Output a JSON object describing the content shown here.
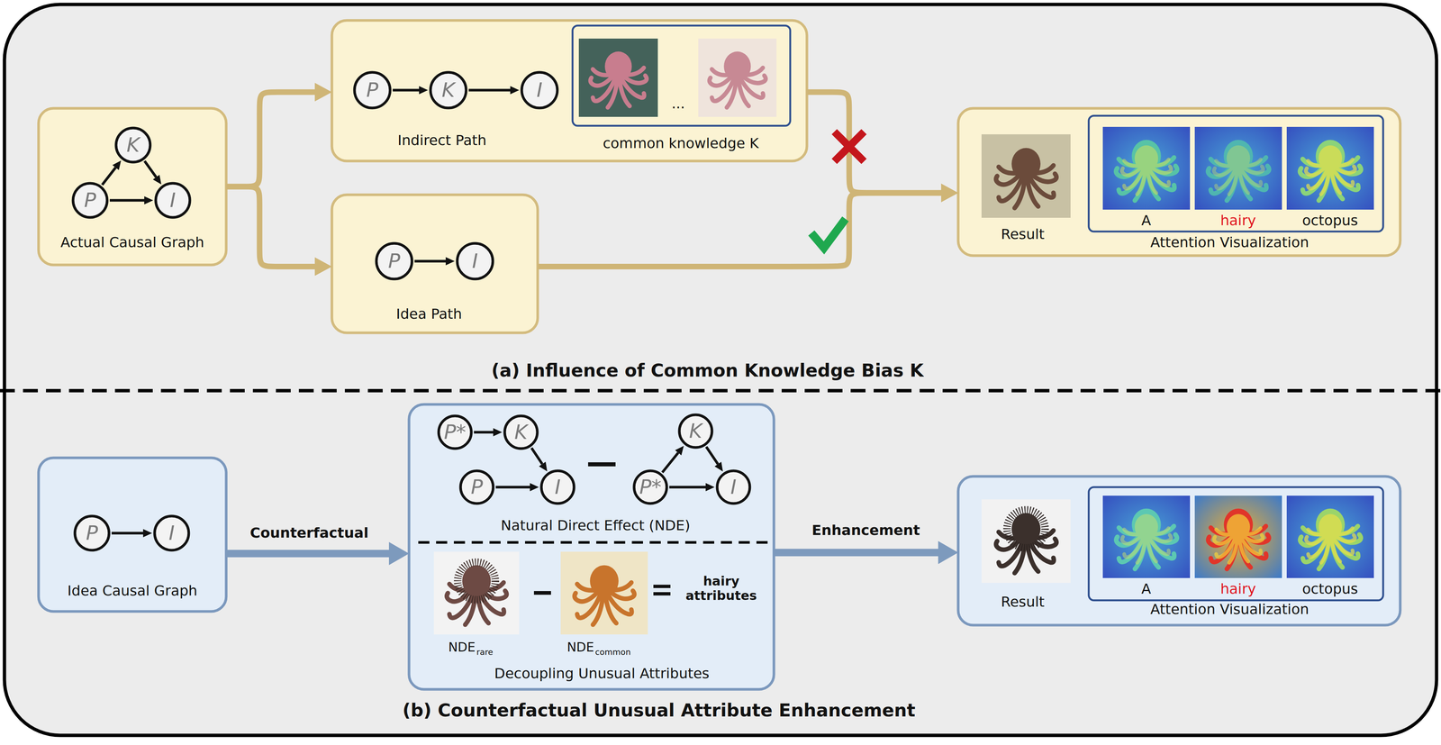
{
  "diagram": {
    "nodes": [
      {
        "text": [
          "Actual Causal Graph"
        ]
      },
      {
        "text": [
          "K"
        ],
        "in": 0
      },
      {
        "text": [
          "P"
        ],
        "in": 0
      },
      {
        "text": [
          "I"
        ],
        "in": 0
      },
      {
        "text": [
          "Indirect Path"
        ]
      },
      {
        "text": [
          "P"
        ],
        "in": 4
      },
      {
        "text": [
          "K"
        ],
        "in": 4
      },
      {
        "text": [
          "I"
        ],
        "in": 4
      },
      {
        "text": [
          "common knowledge K"
        ],
        "in": 4
      },
      {
        "text": [
          "Idea Path"
        ]
      },
      {
        "text": [
          "P"
        ],
        "in": 9
      },
      {
        "text": [
          "I"
        ],
        "in": 9
      },
      {
        "text": [
          "Result"
        ]
      },
      {
        "text": [
          "A",
          "hairy",
          "octopus",
          "Attention Visualization"
        ],
        "in": 12
      },
      {
        "text": [
          "Idea Causal Graph"
        ]
      },
      {
        "text": [
          "P"
        ],
        "in": 14
      },
      {
        "text": [
          "I"
        ],
        "in": 14
      },
      {
        "text": [
          "Natural Direct Effect (NDE)",
          "hairy attributes",
          "Decoupling Unusual Attributes"
        ]
      },
      {
        "text": [
          "P*"
        ],
        "in": 17
      },
      {
        "text": [
          "K"
        ],
        "in": 17
      },
      {
        "text": [
          "P"
        ],
        "in": 17
      },
      {
        "text": [
          "I"
        ],
        "in": 17
      },
      {
        "text": [
          "K"
        ],
        "in": 17
      },
      {
        "text": [
          "P*"
        ],
        "in": 17
      },
      {
        "text": [
          "I"
        ],
        "in": 17
      },
      {
        "text": [
          "Result"
        ]
      },
      {
        "text": [
          "A",
          "hairy",
          "octopus",
          "Attention Visualization"
        ],
        "in": 25
      }
    ],
    "edges": [
      {
        "from": 2,
        "to": 1,
        "arrow": "to"
      },
      {
        "from": 1,
        "to": 3,
        "arrow": "to"
      },
      {
        "from": 2,
        "to": 3,
        "arrow": "to"
      },
      {
        "from": 5,
        "to": 6,
        "arrow": "to"
      },
      {
        "from": 6,
        "to": 7,
        "arrow": "to"
      },
      {
        "from": 10,
        "to": 11,
        "arrow": "to"
      },
      {
        "from": 0,
        "to": 4,
        "arrow": "to"
      },
      {
        "from": 0,
        "to": 9,
        "arrow": "to"
      },
      {
        "from": 4,
        "to": 12,
        "arrow": "to"
      },
      {
        "from": 9,
        "to": 12,
        "arrow": "to"
      },
      {
        "from": 15,
        "to": 16,
        "arrow": "to"
      },
      {
        "from": 18,
        "to": 19,
        "arrow": "to"
      },
      {
        "from": 19,
        "to": 21,
        "arrow": "to"
      },
      {
        "from": 20,
        "to": 21,
        "arrow": "to"
      },
      {
        "from": 23,
        "to": 22,
        "arrow": "to"
      },
      {
        "from": 22,
        "to": 24,
        "arrow": "to"
      },
      {
        "from": 23,
        "to": 24,
        "arrow": "to"
      },
      {
        "from": 14,
        "to": 17,
        "label": "Counterfactual",
        "arrow": "to"
      },
      {
        "from": 17,
        "to": 25,
        "label": "Enhancement",
        "arrow": "to"
      }
    ],
    "labels": [
      "...",
      "(a) Influence of Common Knowledge Bias K",
      "NDE",
      "rare",
      "NDE",
      "common",
      "(b) Counterfactual Unusual Attribute Enhancement"
    ]
  }
}
